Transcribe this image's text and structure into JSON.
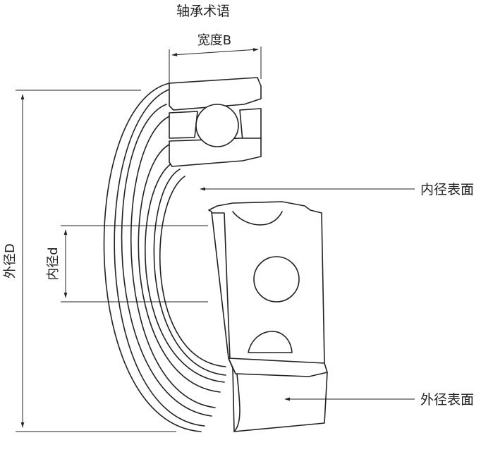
{
  "title": "轴承术语",
  "labels": {
    "width": "宽度B",
    "inner_surface": "内径表面",
    "outer_surface": "外径表面",
    "outer_diameter": "外径D",
    "inner_diameter": "内径d"
  },
  "colors": {
    "line": "#222222",
    "background": "#ffffff"
  }
}
